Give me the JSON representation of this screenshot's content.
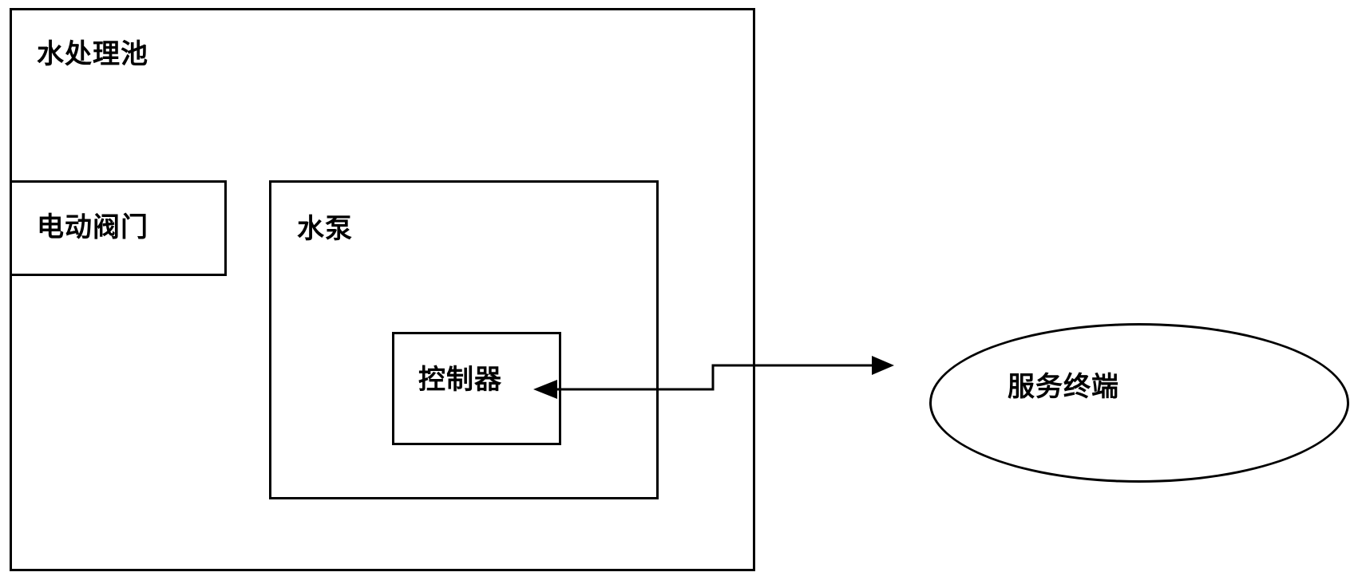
{
  "diagram": {
    "pool": {
      "label": "水处理池"
    },
    "valve": {
      "label": "电动阀门"
    },
    "pump": {
      "label": "水泵"
    },
    "controller": {
      "label": "控制器"
    },
    "terminal": {
      "label": "服务终端"
    }
  }
}
